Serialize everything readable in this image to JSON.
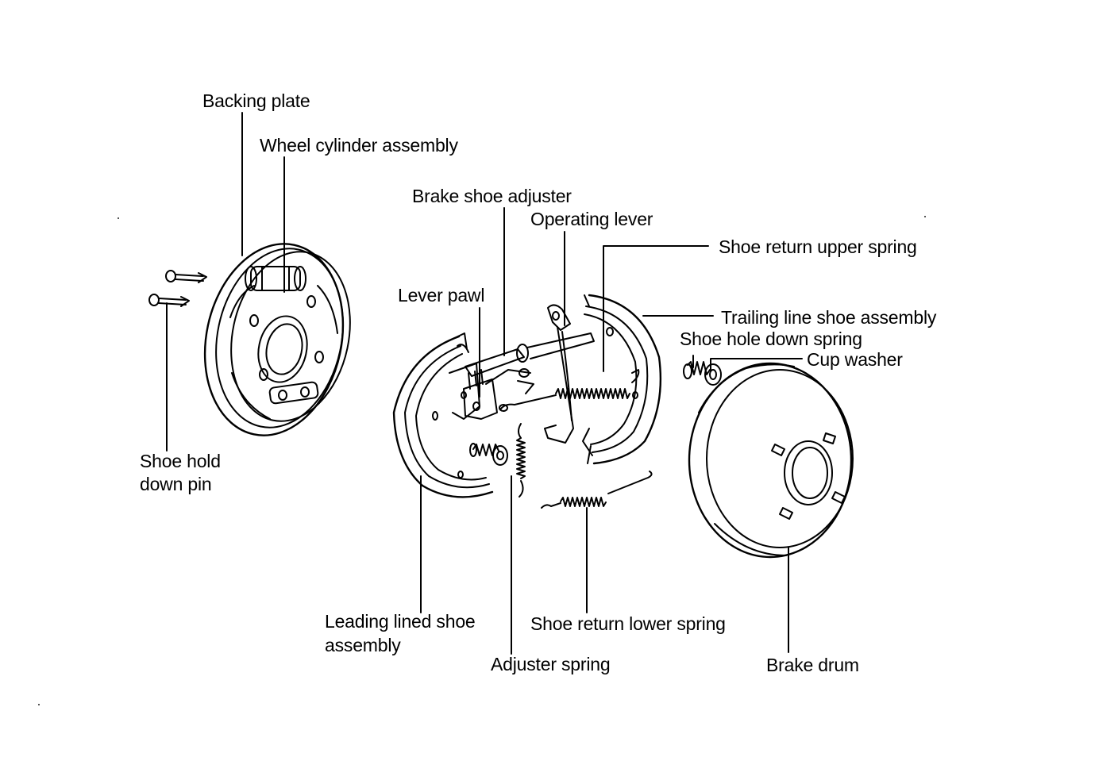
{
  "labels": {
    "backing_plate": "Backing plate",
    "wheel_cylinder_assembly": "Wheel cylinder assembly",
    "brake_shoe_adjuster": "Brake shoe adjuster",
    "operating_lever": "Operating lever",
    "shoe_return_upper_spring": "Shoe return upper spring",
    "lever_pawl": "Lever pawl",
    "trailing_line_shoe_assembly": "Trailing line shoe assembly",
    "shoe_hole_down_spring": "Shoe hole down spring",
    "cup_washer": "Cup washer",
    "shoe_hold_down_pin_line1": "Shoe hold",
    "shoe_hold_down_pin_line2": "down pin",
    "leading_lined_shoe_line1": "Leading lined shoe",
    "leading_lined_shoe_line2": "assembly",
    "shoe_return_lower_spring": "Shoe return lower spring",
    "adjuster_spring": "Adjuster spring",
    "brake_drum": "Brake drum"
  },
  "colors": {
    "ink": "#000000",
    "paper": "#ffffff"
  }
}
